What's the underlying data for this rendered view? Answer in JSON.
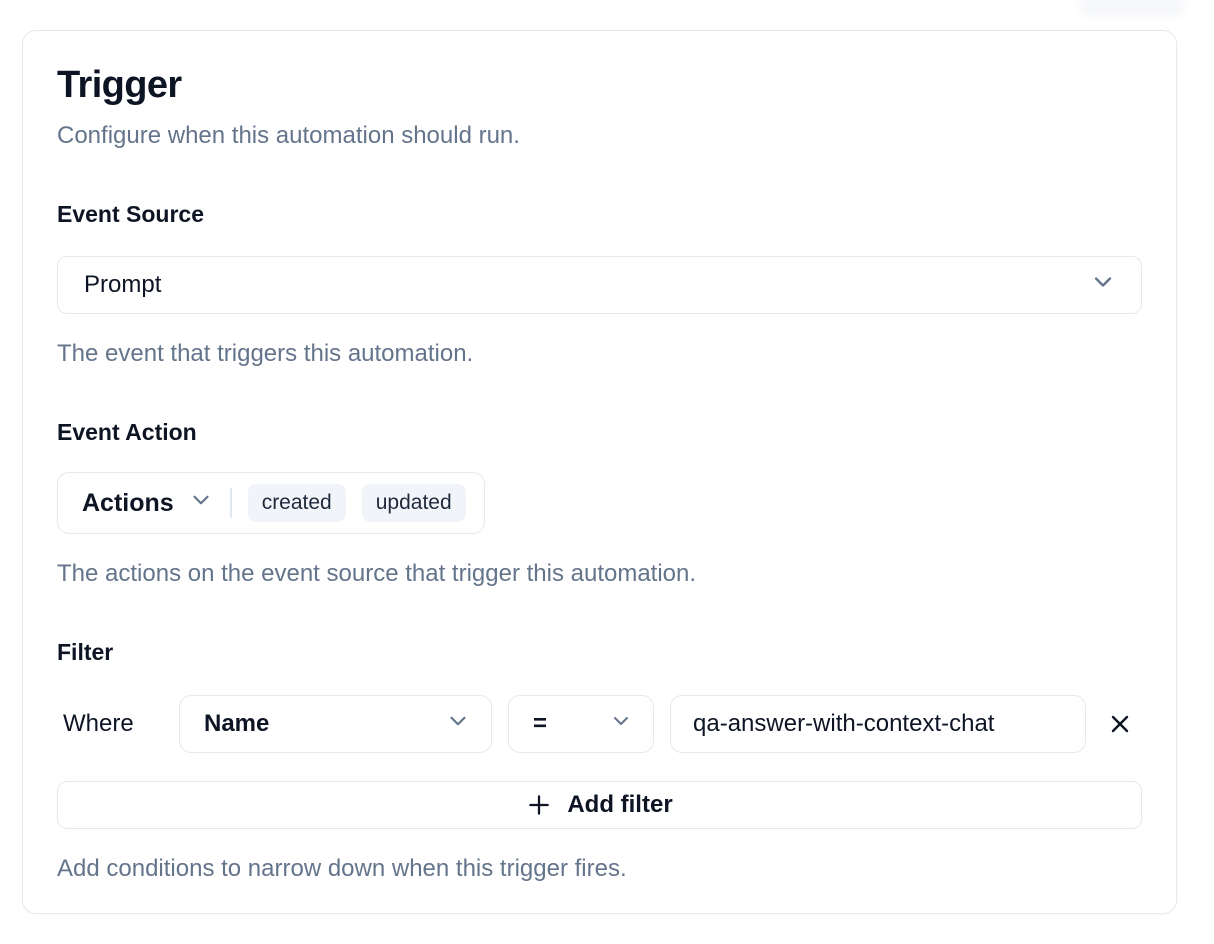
{
  "card": {
    "title": "Trigger",
    "subtitle": "Configure when this automation should run."
  },
  "event_source": {
    "label": "Event Source",
    "selected": "Prompt",
    "helper": "The event that triggers this automation."
  },
  "event_action": {
    "label": "Event Action",
    "dropdown_label": "Actions",
    "badges": [
      "created",
      "updated"
    ],
    "helper": "The actions on the event source that trigger this automation."
  },
  "filter": {
    "label": "Filter",
    "where_label": "Where",
    "field_selected": "Name",
    "operator_selected": "=",
    "value": "qa-answer-with-context-chat",
    "add_button_label": "Add filter",
    "helper": "Add conditions to narrow down when this trigger fires."
  },
  "icons": {
    "chevron_down": "chevron-down",
    "plus": "plus",
    "close": "x"
  },
  "colors": {
    "card_bg": "#ffffff",
    "page_bg": "#ffffff",
    "border": "#e5e9f0",
    "dark_text": "#0d1424",
    "muted_text": "#64748b",
    "badge_bg": "#f1f5f9",
    "badge_text": "#1e293b",
    "chevron": "#64748b",
    "divider": "#e2e8f0"
  }
}
